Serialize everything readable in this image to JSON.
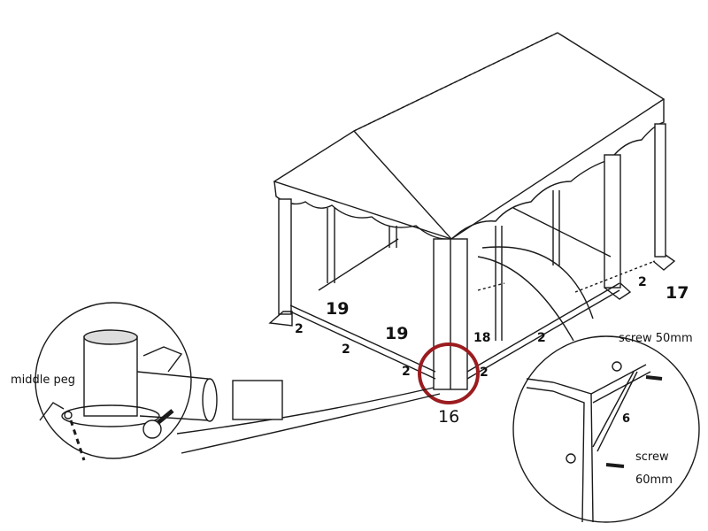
{
  "colors": {
    "line": "#1a1a1a",
    "highlight": "#9b1c1f",
    "background": "#ffffff"
  },
  "labels": {
    "middle_peg": "middle peg",
    "part_19_a": "19",
    "part_19_b": "19",
    "part_2_a": "2",
    "part_2_b": "2",
    "part_2_c": "2",
    "part_2_d": "2",
    "part_2_e": "2",
    "part_2_f": "2",
    "part_18": "18",
    "part_17": "17",
    "part_16": "16",
    "screw_50": "screw  50mm",
    "part_6": "6",
    "screw_60_a": "screw",
    "screw_60_b": "60mm"
  }
}
